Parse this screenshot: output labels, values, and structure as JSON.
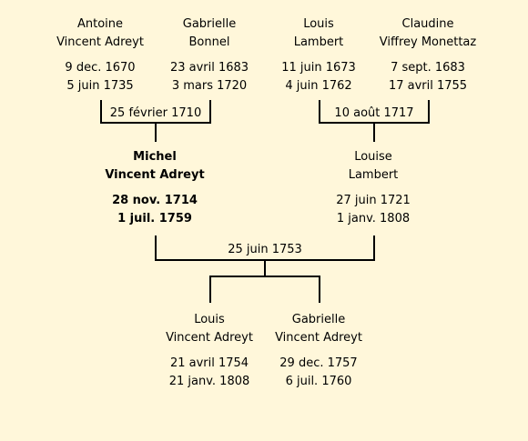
{
  "tree": {
    "grandparents": [
      {
        "first_name": "Antoine",
        "last_name": "Vincent Adreyt",
        "birth": "9 dec. 1670",
        "death": "5 juin 1735"
      },
      {
        "first_name": "Gabrielle",
        "last_name": "Bonnel",
        "birth": "23 avril 1683",
        "death": "3 mars 1720"
      },
      {
        "first_name": "Louis",
        "last_name": "Lambert",
        "birth": "11 juin 1673",
        "death": "4 juin 1762"
      },
      {
        "first_name": "Claudine",
        "last_name": "Viffrey Monettaz",
        "birth": "7 sept. 1683",
        "death": "17 avril 1755"
      }
    ],
    "parents": [
      {
        "first_name": "Michel",
        "last_name": "Vincent Adreyt",
        "birth": "28 nov. 1714",
        "death": "1 juil. 1759"
      },
      {
        "first_name": "Louise",
        "last_name": "Lambert",
        "birth": "27 juin 1721",
        "death": "1 janv. 1808"
      }
    ],
    "children": [
      {
        "first_name": "Louis",
        "last_name": "Vincent Adreyt",
        "birth": "21 avril 1754",
        "death": "21 janv. 1808"
      },
      {
        "first_name": "Gabrielle",
        "last_name": "Vincent Adreyt",
        "birth": "29 dec. 1757",
        "death": "6 juil. 1760"
      }
    ],
    "marriages": {
      "paternal": "25 février 1710",
      "maternal": "10 août 1717",
      "parents": "25 juin 1753"
    }
  }
}
